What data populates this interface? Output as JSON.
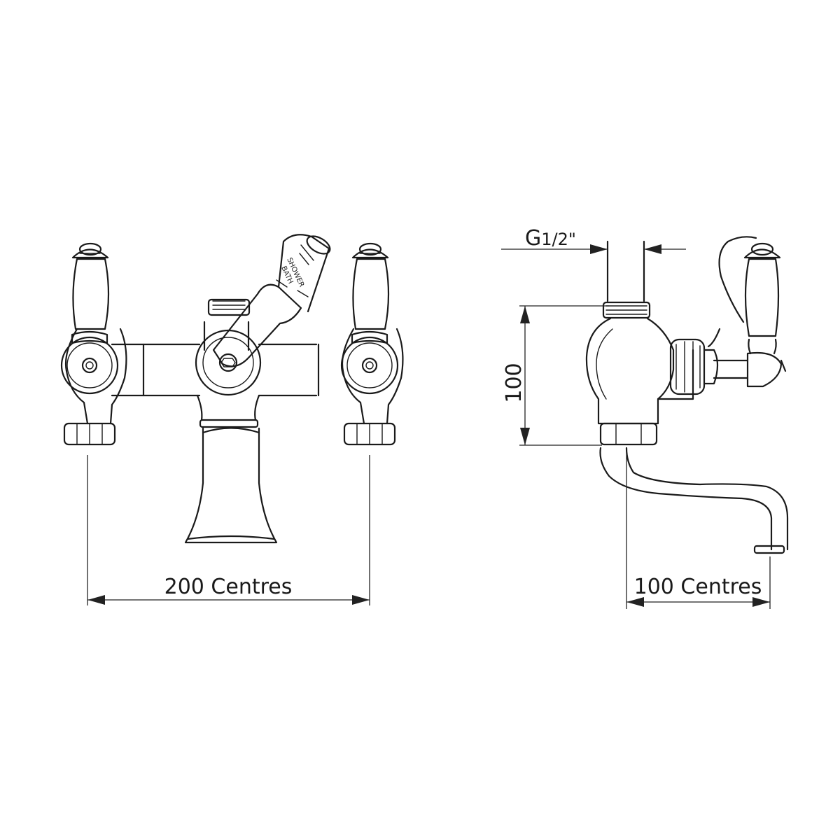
{
  "front_view": {
    "width_dimension_label": "200 Centres",
    "lever_text_top": "SHOWER",
    "lever_text_bottom": "BATH"
  },
  "side_view": {
    "thread_label_main": "G",
    "thread_label_fraction": "1/2\"",
    "height_dimension_label": "100",
    "depth_dimension_label": "100 Centres"
  },
  "colors": {
    "line": "#1a1a1a",
    "background": "#ffffff"
  }
}
